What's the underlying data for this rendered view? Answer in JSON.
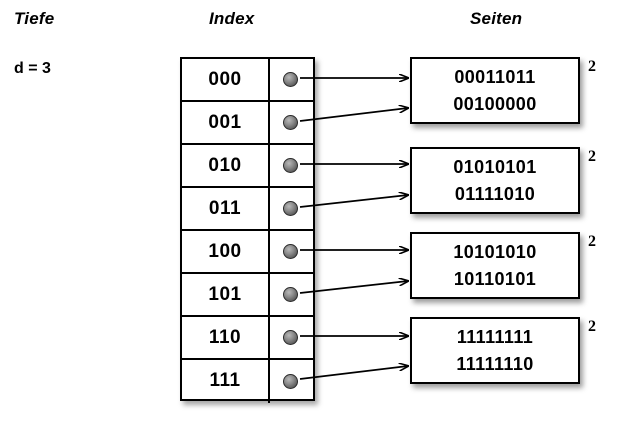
{
  "headers": {
    "depth": "Tiefe",
    "index": "Index",
    "pages": "Seiten"
  },
  "depth": {
    "label": "d = 3"
  },
  "index_table": {
    "rows": [
      {
        "key": "000",
        "pointer": "pointer-dot"
      },
      {
        "key": "001",
        "pointer": "pointer-dot"
      },
      {
        "key": "010",
        "pointer": "pointer-dot"
      },
      {
        "key": "011",
        "pointer": "pointer-dot"
      },
      {
        "key": "100",
        "pointer": "pointer-dot"
      },
      {
        "key": "101",
        "pointer": "pointer-dot"
      },
      {
        "key": "110",
        "pointer": "pointer-dot"
      },
      {
        "key": "111",
        "pointer": "pointer-dot"
      }
    ]
  },
  "pages": [
    {
      "lines": [
        "00011011",
        "00100000"
      ],
      "local_depth": "2"
    },
    {
      "lines": [
        "01010101",
        "01111010"
      ],
      "local_depth": "2"
    },
    {
      "lines": [
        "10101010",
        "10110101"
      ],
      "local_depth": "2"
    },
    {
      "lines": [
        "11111111",
        "11111110"
      ],
      "local_depth": "2"
    }
  ],
  "colors": {
    "background": "#ffffff",
    "stroke": "#000000",
    "dot_dark": "#3a3a3a",
    "dot_light": "#b9b9b9"
  }
}
